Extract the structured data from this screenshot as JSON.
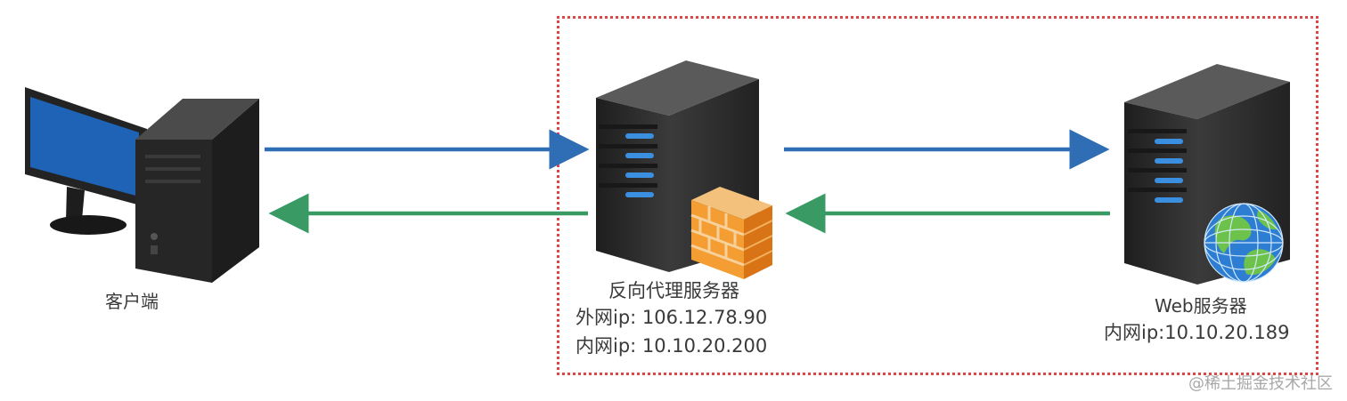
{
  "nodes": {
    "client": {
      "label": "客户端"
    },
    "proxy": {
      "title": "反向代理服务器",
      "external_ip": "外网ip: 106.12.78.90",
      "internal_ip": "内网ip: 10.10.20.200"
    },
    "web": {
      "title": "Web服务器",
      "internal_ip": "内网ip:10.10.20.189"
    }
  },
  "colors": {
    "request_arrow": "#2f6db4",
    "response_arrow": "#3a9a63",
    "proxy_boundary": "#e04545",
    "server_body": "#2b2b2b",
    "server_light": "#3b8fe0",
    "monitor_screen": "#1f63b6",
    "firewall": "#f08a2a",
    "globe_ocean": "#2d7ed2",
    "globe_land": "#6cc24a"
  },
  "icons": [
    "desktop-computer-icon",
    "server-tower-icon",
    "firewall-icon",
    "globe-icon"
  ],
  "watermark": "@稀土掘金技术社区"
}
